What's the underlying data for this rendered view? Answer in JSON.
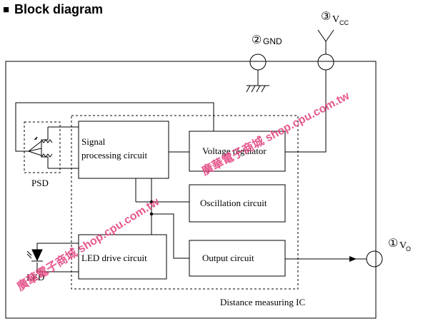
{
  "header": {
    "square_glyph": "■",
    "title": "Block diagram"
  },
  "pins": {
    "gnd": {
      "number": "②",
      "label": "GND"
    },
    "vcc": {
      "number": "③",
      "label_main": "V",
      "label_sub": "CC"
    },
    "vo": {
      "number": "①",
      "label_main": "V",
      "label_sub": "O"
    }
  },
  "blocks": {
    "signal_processing": {
      "line1": "Signal",
      "line2": "processing circuit"
    },
    "voltage_regulator": "Voltage regulator",
    "oscillation": "Oscillation circuit",
    "led_drive": "LED drive circuit",
    "output": "Output circuit"
  },
  "components": {
    "psd": "PSD",
    "led": "LED"
  },
  "ic_label": "Distance measuring IC",
  "watermark": {
    "text_a": "廣華電子商城 shop.cpu.com.tw",
    "text_b": "廣華電子商城 shop.cpu.com.tw",
    "color": "#e23b7b"
  },
  "colors": {
    "line": "#000000",
    "background": "#ffffff"
  }
}
